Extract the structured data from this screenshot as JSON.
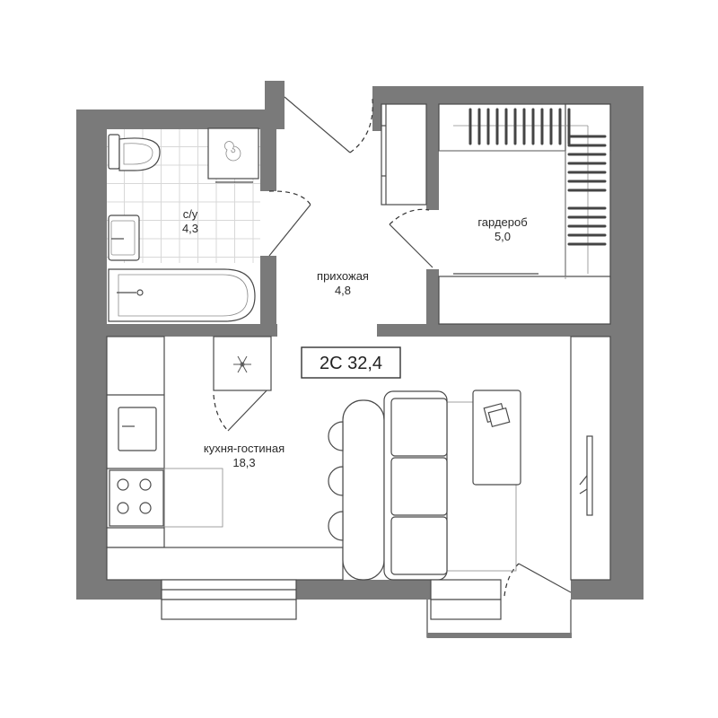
{
  "plan": {
    "unit_badge": "2С 32,4",
    "rooms": {
      "bathroom": {
        "name": "с/у",
        "area": "4,3"
      },
      "hallway": {
        "name": "прихожая",
        "area": "4,8"
      },
      "wardrobe": {
        "name": "гардероб",
        "area": "5,0"
      },
      "kitchen_living": {
        "name": "кухня-гостиная",
        "area": "18,3"
      }
    }
  },
  "icons": [
    "toilet-icon",
    "sink-icon",
    "bathtub-icon",
    "washing-machine-icon",
    "fridge-snowflake-icon",
    "stove-icon",
    "sofa-icon",
    "table-icon",
    "bar-stool-icon",
    "tv-icon",
    "hanger-icon"
  ],
  "colors": {
    "wall": "#7a7a7a",
    "line": "#4a4a4a",
    "background": "#ffffff"
  }
}
